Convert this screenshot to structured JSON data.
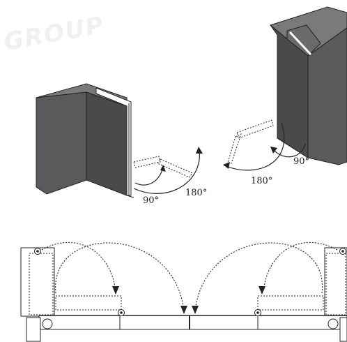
{
  "watermark": {
    "text": "GROUP"
  },
  "angle_labels": {
    "left_90": "90°",
    "left_180": "180°",
    "right_180": "180°",
    "right_90": "90°"
  },
  "colors": {
    "wall_front": "#5a5a5c",
    "wall_side": "#4a4a4c",
    "wall_top": "#7a7a7c",
    "line": "#222222",
    "dotted": "#333333"
  },
  "icons": [
    "left-wall-block",
    "right-wall-block",
    "door-leaf",
    "swing-arrow",
    "hinge-icon"
  ]
}
